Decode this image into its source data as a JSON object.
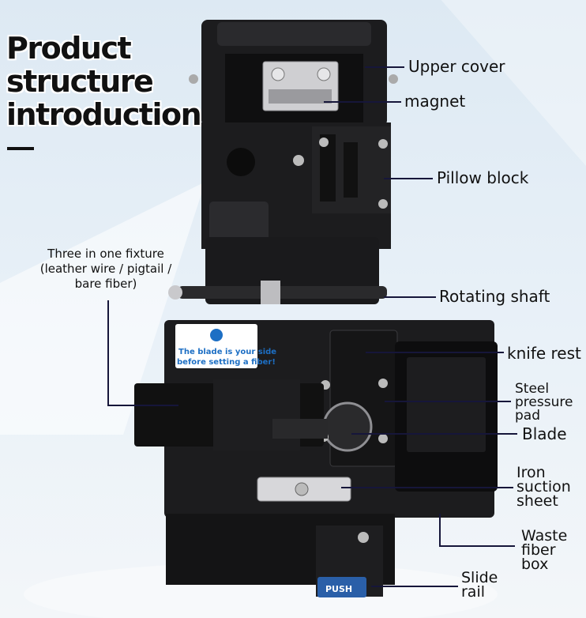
{
  "title": {
    "line1": "Product",
    "line2": "structure",
    "line3": "introduction"
  },
  "labels": {
    "upper_cover": "Upper cover",
    "magnet": "magnet",
    "pillow_block": "Pillow block",
    "fixture": "Three in one fixture (leather wire / pigtail / bare fiber)",
    "rotating_shaft": "Rotating shaft",
    "knife_rest": "knife rest",
    "steel_pressure_pad": [
      "Steel",
      "pressure",
      "pad"
    ],
    "blade": "Blade",
    "iron_suction_sheet": [
      "Iron",
      "suction",
      "sheet"
    ],
    "waste_fiber_box": [
      "Waste",
      "fiber",
      "box"
    ],
    "slide_rail": [
      "Slide",
      "rail"
    ]
  },
  "device": {
    "warning_line1": "The blade is your side",
    "warning_line2": "before setting a fiber!",
    "push_label": "PUSH"
  },
  "colors": {
    "device_body": "#1c1c1e",
    "device_edge": "#3a3a3d",
    "leader_line": "#16163a",
    "warning_blue": "#1d6fc4",
    "push_blue": "#2a5fa8"
  }
}
